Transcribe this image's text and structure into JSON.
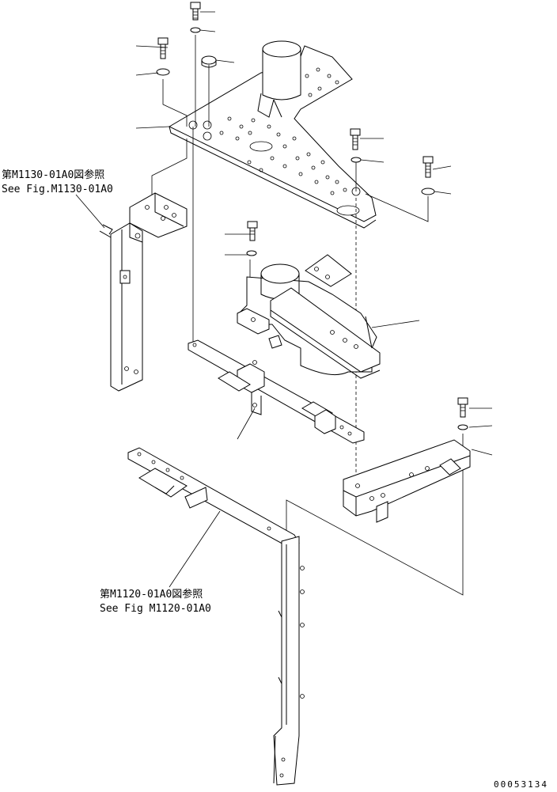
{
  "references": {
    "ref1_ja": "第M1130-01A0図参照",
    "ref1_en": "See Fig.M1130-01A0",
    "ref2_ja": "第M1120-01A0図参照",
    "ref2_en": "See Fig M1120-01A0"
  },
  "drawing_code": "00053134"
}
